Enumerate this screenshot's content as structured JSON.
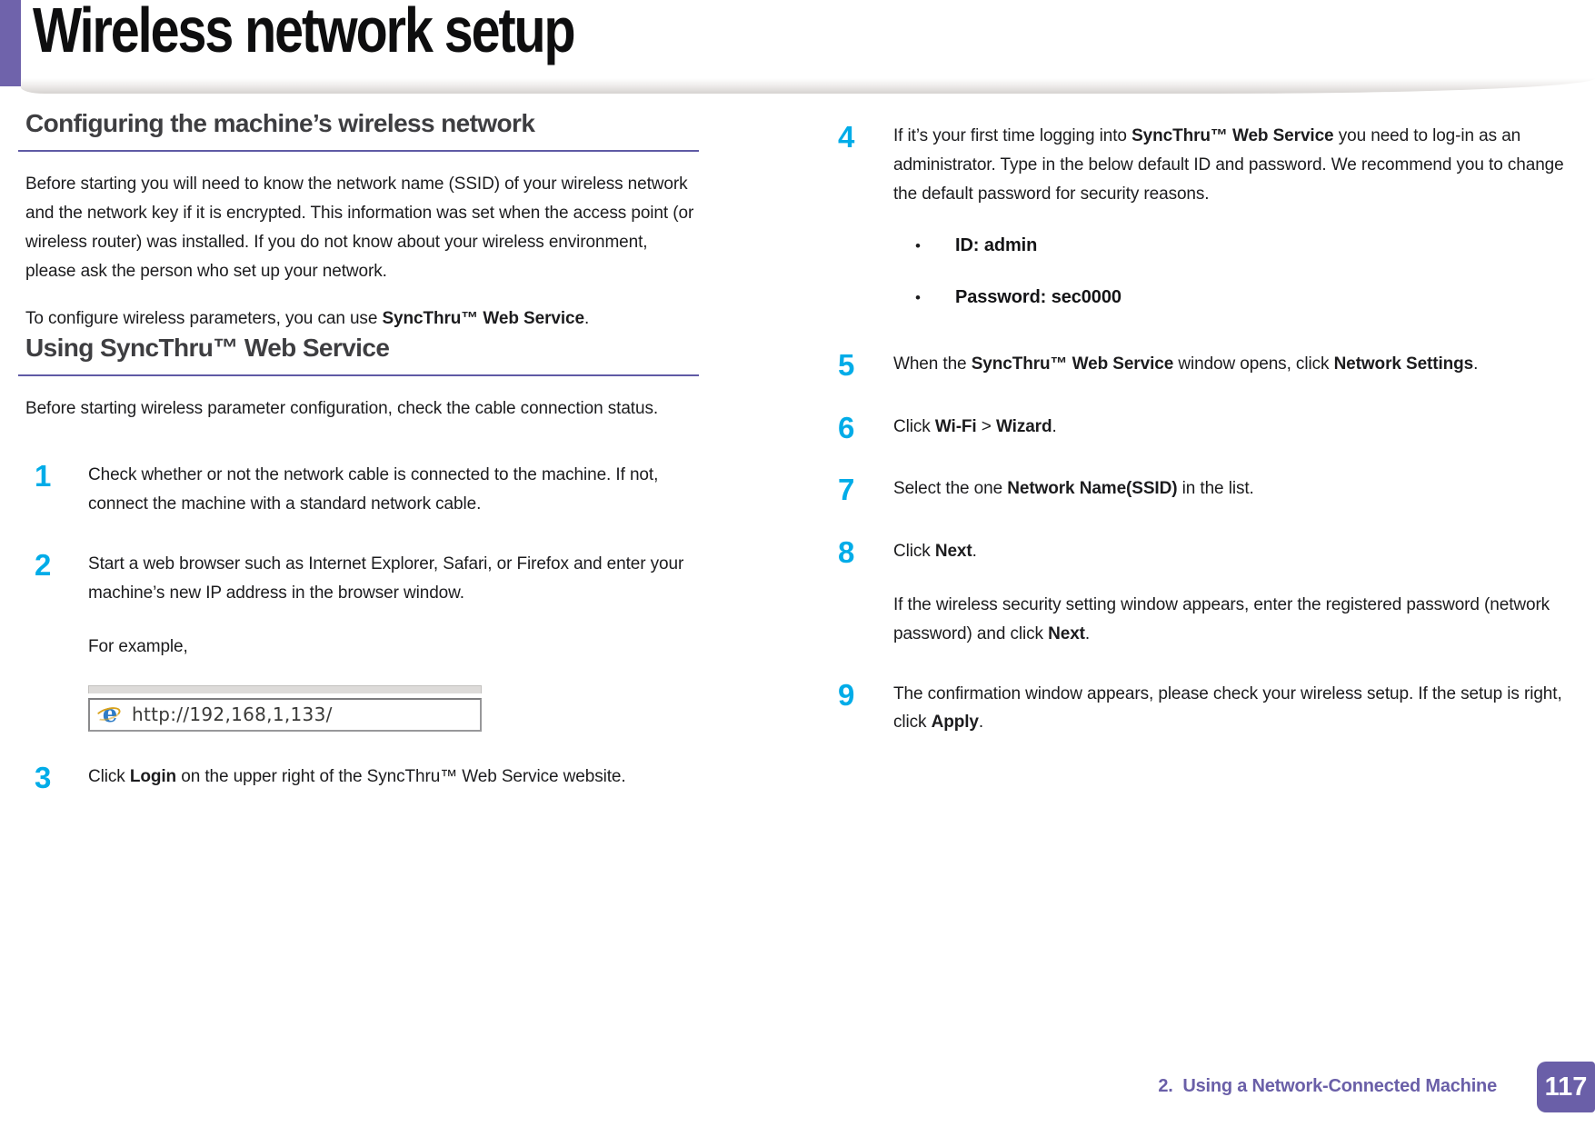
{
  "title": "Wireless network setup",
  "colors": {
    "accent_purple": "#6a5fa8",
    "step_number_cyan": "#00ace8",
    "heading_gray": "#3e3e41"
  },
  "left": {
    "s1_heading": "Configuring the machine’s wireless network",
    "s1_p1": "Before starting you will need to know the network name (SSID) of your wireless network and the network key if it is encrypted. This information was set when the access point (or wireless router) was installed. If you do not know about your wireless environment, please ask the person who set up your network.",
    "s1_p2_t1": "To configure wireless parameters, you can use ",
    "s1_p2_b1": "SyncThru™ Web Service",
    "s1_p2_t2": ".",
    "s2_heading": "Using SyncThru™ Web Service",
    "s2_p1": "Before starting wireless parameter configuration, check the cable connection status.",
    "step1": {
      "num": "1",
      "t1": "Check whether or not the network cable is connected to the machine. If not, connect the machine with a standard network cable."
    },
    "step2": {
      "num": "2",
      "t1": "Start a web browser such as Internet Explorer, Safari, or Firefox and enter your machine’s new IP address in the browser window.",
      "example_label": "For example,",
      "ie_icon_glyph": "e",
      "url": "http://192,168,1,133/"
    },
    "step3": {
      "num": "3",
      "t1": "Click ",
      "b1": "Login",
      "t2": " on the upper right of the SyncThru™ Web Service website."
    }
  },
  "right": {
    "step4": {
      "num": "4",
      "t1": "If it’s your first time logging into ",
      "b1": "SyncThru™ Web Service",
      "t2": " you need to log-in as an administrator.  Type in the below default ID and password. We recommend you to change the default password for security reasons.",
      "bullet_glyph": "•",
      "bullets": [
        {
          "label": "ID: admin"
        },
        {
          "label": "Password: sec0000"
        }
      ]
    },
    "step5": {
      "num": "5",
      "t1": "When the ",
      "b1": "SyncThru™ Web Service",
      "t2": " window opens, click ",
      "b2": "Network Settings",
      "t3": "."
    },
    "step6": {
      "num": "6",
      "t1": "Click ",
      "b1": "Wi-Fi",
      "t2": " > ",
      "b2": "Wizard",
      "t3": "."
    },
    "step7": {
      "num": "7",
      "t1": "Select the one ",
      "b1": "Network Name(SSID)",
      "t2": " in the list."
    },
    "step8": {
      "num": "8",
      "t1": "Click ",
      "b1": "Next",
      "t2": ".",
      "p2_t1": "If the wireless security setting window appears, enter the registered password (network password) and click ",
      "p2_b1": "Next",
      "p2_t2": "."
    },
    "step9": {
      "num": "9",
      "t1": "The confirmation window appears, please check your wireless setup. If the setup is right, click ",
      "b1": "Apply",
      "t2": "."
    }
  },
  "footer": {
    "chapter": "2.  Using a Network-Connected Machine",
    "page_number": "117"
  }
}
